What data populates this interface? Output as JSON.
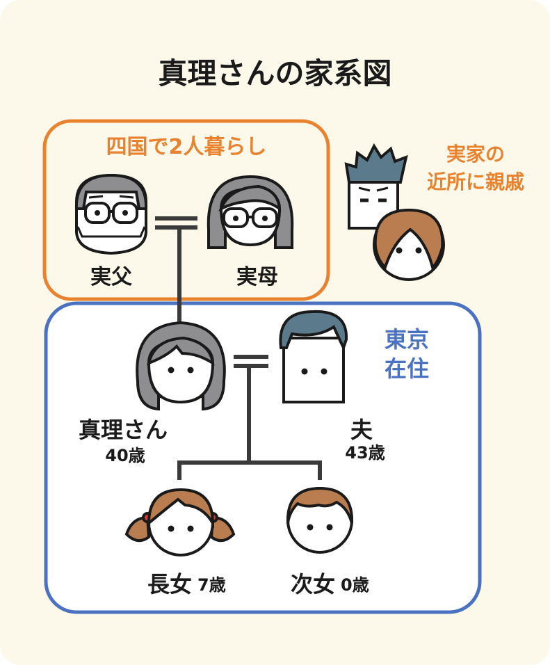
{
  "title": "真理さんの家系図",
  "colors": {
    "background": "#fdf9ea",
    "shikoku_box": "#e8822f",
    "tokyo_box": "#4a72c0",
    "line": "#3a3a3a",
    "gray_hair": "#8e8e90",
    "blue_hair": "#5b7b8c",
    "brown_hair": "#b97d4f"
  },
  "groups": {
    "shikoku": {
      "label": "四国で2人暮らし"
    },
    "tokyo": {
      "label_line1": "東京",
      "label_line2": "在住"
    },
    "relatives": {
      "label_line1": "実家の",
      "label_line2": "近所に親戚"
    }
  },
  "people": {
    "father": {
      "label": "実父"
    },
    "mother": {
      "label": "実母"
    },
    "mari": {
      "label": "真理さん",
      "age": "40歳"
    },
    "husband": {
      "label": "夫",
      "age": "43歳"
    },
    "daughter1": {
      "label": "長女",
      "age": "7歳"
    },
    "daughter2": {
      "label": "次女",
      "age": "0歳"
    }
  },
  "icons": {
    "father": "grandfather-glasses-icon",
    "mother": "grandmother-glasses-icon",
    "mari": "woman-face-icon",
    "husband": "man-face-icon",
    "daughter1": "girl-pigtails-icon",
    "daughter2": "baby-face-icon",
    "uncle": "relative-man-icon",
    "aunt": "relative-woman-icon"
  }
}
